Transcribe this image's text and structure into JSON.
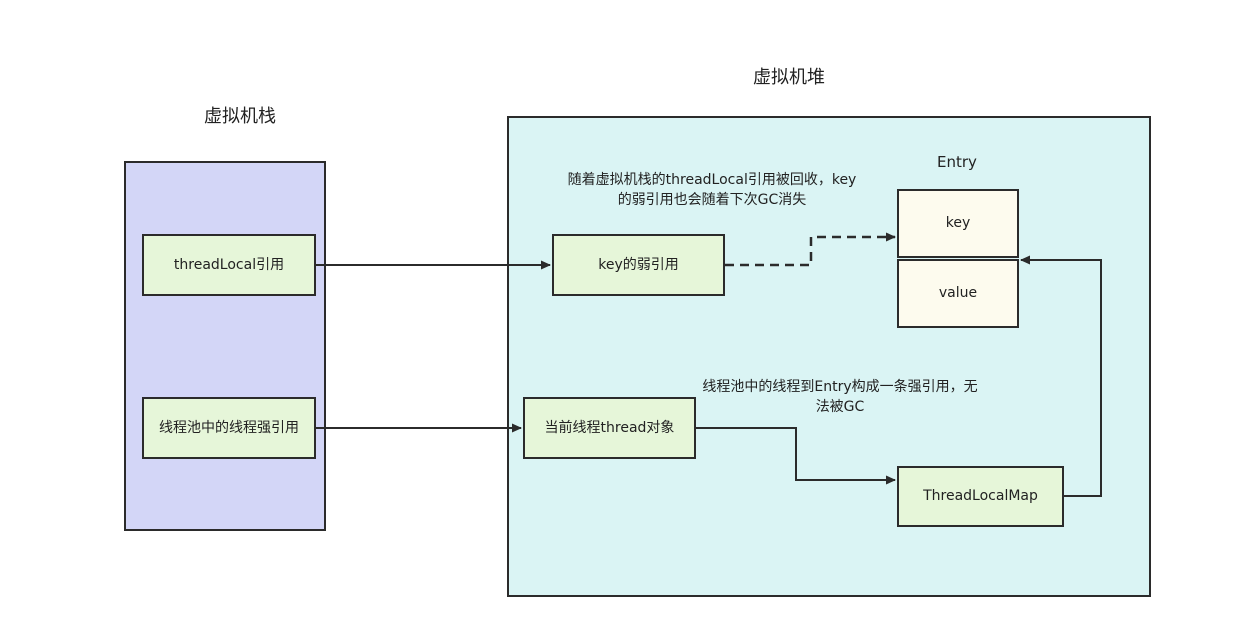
{
  "stack": {
    "title": "虚拟机栈",
    "threadlocal_ref": "threadLocal引用",
    "pool_thread_ref": "线程池中的线程强引用"
  },
  "heap": {
    "title": "虚拟机堆",
    "weak_key": "key的弱引用",
    "current_thread": "当前线程thread对象",
    "threadlocalmap": "ThreadLocalMap",
    "entry": {
      "title": "Entry",
      "key": "key",
      "value": "value"
    },
    "note_weak": "随着虚拟机栈的threadLocal引用被回收，key的弱引用也会随着下次GC消失",
    "note_strong": "线程池中的线程到Entry构成一条强引用，无法被GC"
  }
}
